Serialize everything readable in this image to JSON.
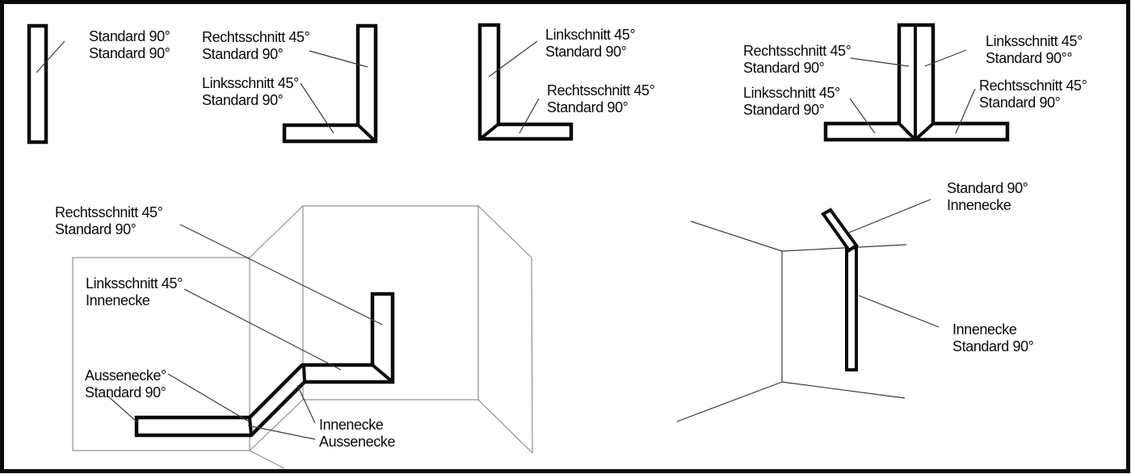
{
  "colors": {
    "ink": "#0a0a0a",
    "room_line_light": "#8f8f8f",
    "room_line_dark": "#3a3a3a",
    "leader": "#3a3a3a",
    "background": "#ffffff"
  },
  "diagrams": {
    "straight_strip": {
      "label_line1": "Standard 90°",
      "label_line2": "Standard 90°"
    },
    "corner_vertical_right": {
      "top_line1": "Rechtsschnitt 45°",
      "top_line2": "Standard 90°",
      "bottom_line1": "Linksschnitt 45°",
      "bottom_line2": "Standard 90°"
    },
    "corner_vertical_left": {
      "top_line1": "Linkschnitt 45°",
      "top_line2": "Standard 90°",
      "bottom_line1": "Rechtsschnitt 45°",
      "bottom_line2": "Standard 90°"
    },
    "tee_joint": {
      "top_left_line1": "Rechtsschnitt 45°",
      "top_left_line2": "Standard 90°",
      "top_right_line1": "Linksschnitt 45°",
      "top_right_line2": "Standard 90°°",
      "bottom_left_line1": "Linksschnitt 45°",
      "bottom_left_line2": "Standard 90°",
      "bottom_right_line1": "Rechtsschnitt 45°",
      "bottom_right_line2": "Standard 90°"
    },
    "room_zigzag": {
      "label1_line1": "Rechtsschnitt 45°",
      "label1_line2": "Standard 90°",
      "label2_line1": "Linksschnitt 45°",
      "label2_line2": "Innenecke",
      "label3_line1": "Aussenecke°",
      "label3_line2": "Standard 90°",
      "label4_line1": "Innenecke",
      "label4_line2": "Aussenecke"
    },
    "room_inner_corner": {
      "label1_line1": "Standard 90°",
      "label1_line2": "Innenecke",
      "label2_line1": "Innenecke",
      "label2_line2": "Standard 90°"
    }
  }
}
